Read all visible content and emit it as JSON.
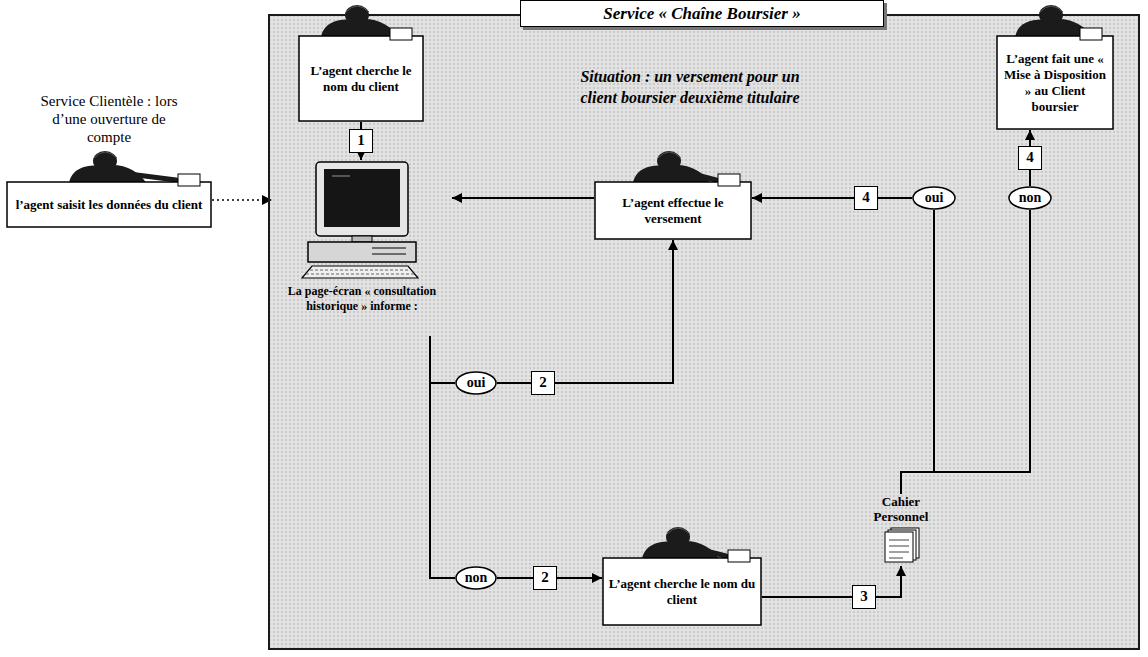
{
  "diagram": {
    "nodes": [
      {
        "text": [
          "Service Clientèle : lors d’une ouverture de compte",
          "l’agent saisit les données du client"
        ]
      },
      {
        "text": [
          "Service « Chaîne Boursier »"
        ]
      },
      {
        "text": [
          "L’agent cherche le nom du client"
        ],
        "in": 1
      },
      {
        "text": [
          "L’agent fait une « Mise à Disposition » au Client boursier"
        ],
        "in": 1
      },
      {
        "text": [
          "La page-écran « consultation historique » informe :"
        ],
        "in": 1
      },
      {
        "text": [
          "L’agent effectue le versement"
        ],
        "in": 1
      },
      {
        "text": [
          "oui"
        ],
        "in": 1
      },
      {
        "text": [
          "non"
        ],
        "in": 1
      },
      {
        "text": [
          "oui"
        ],
        "in": 1
      },
      {
        "text": [
          "Cahier Personnel"
        ],
        "in": 1
      },
      {
        "text": [
          "non"
        ],
        "in": 1
      },
      {
        "text": [
          "L’agent cherche le nom du client"
        ],
        "in": 1
      }
    ],
    "edges": [
      {
        "from": 2,
        "to": 4,
        "label": "1",
        "arrow": "to"
      },
      {
        "from": 4,
        "to": 8,
        "arrow": "none"
      },
      {
        "from": 8,
        "to": 5,
        "label": "2",
        "arrow": "to"
      },
      {
        "from": 4,
        "to": 10,
        "arrow": "none"
      },
      {
        "from": 10,
        "to": 11,
        "label": "2",
        "arrow": "to"
      },
      {
        "from": 11,
        "to": 9,
        "label": "3",
        "arrow": "to"
      },
      {
        "from": 9,
        "to": 6,
        "arrow": "none"
      },
      {
        "from": 6,
        "to": 5,
        "label": "4",
        "arrow": "to"
      },
      {
        "from": 9,
        "to": 7,
        "arrow": "none"
      },
      {
        "from": 7,
        "to": 3,
        "label": "4",
        "arrow": "to"
      },
      {
        "from": 5,
        "to": 4,
        "arrow": "to"
      },
      {
        "from": 0,
        "to": 4,
        "arrow": "to"
      }
    ],
    "labels": [
      "Situation : un versement pour un client boursier deuxième titulaire"
    ]
  }
}
